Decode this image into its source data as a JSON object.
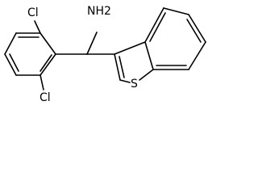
{
  "molecule": {
    "atoms": {
      "amine": "NH2",
      "chlorine_top": "Cl",
      "chlorine_bottom": "Cl",
      "sulfur": "S"
    },
    "colors": {
      "bond": "#000000",
      "label": "#000000",
      "background": "#ffffff"
    }
  }
}
